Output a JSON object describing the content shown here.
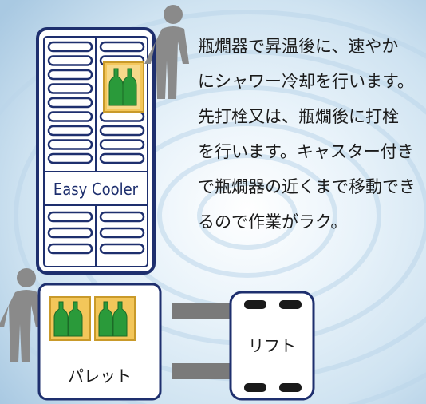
{
  "description": {
    "lines": [
      "瓶燗器で昇温後に、速やか",
      "にシャワー冷却を行います。",
      "先打栓又は、瓶燗後に打栓",
      "を行います。キャスター付き",
      "で瓶燗器の近くまで移動でき",
      "るので作業がラク。"
    ]
  },
  "cooler": {
    "label": "Easy Cooler"
  },
  "pallet": {
    "label": "パレット"
  },
  "lift": {
    "label": "リフト"
  },
  "colors": {
    "frame": "#1e2f6e",
    "bottle": "#2a9a3a",
    "crate": "#f0c050",
    "person": "#8a8a8a",
    "fork": "#7a7a7a"
  }
}
